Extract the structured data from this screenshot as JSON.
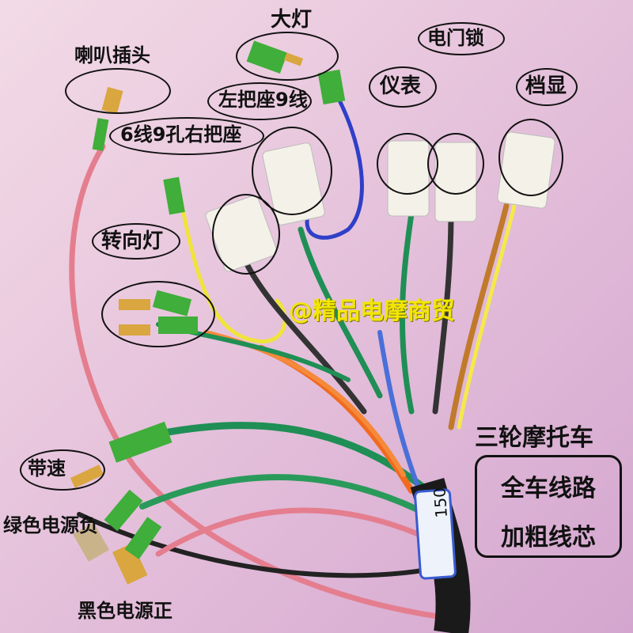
{
  "title": "三轮摩托车",
  "spec_lines": [
    "全车线路",
    "加粗线芯"
  ],
  "watermark": "@精品电摩商贸",
  "labels": {
    "horn_plug": "喇叭插头",
    "headlight": "大灯",
    "left_handlebar": "左把座9线",
    "right_handlebar": "6线9孔右把座",
    "meter": "仪表",
    "ignition_lock": "电门锁",
    "gear_display": "档显",
    "turn_signal": "转向灯",
    "speed_limit": "带速",
    "green_negative": "绿色电源负",
    "black_positive": "黑色电源正"
  },
  "tag_150": "150",
  "colors": {
    "background_top": "#f3dbe6",
    "background_bottom": "#d4a6cf",
    "watermark": "#f2e600",
    "green_sleeve": "#3fae3a",
    "connector_white": "#f4f1e8",
    "corrugated_tube": "#1a1a1a"
  }
}
